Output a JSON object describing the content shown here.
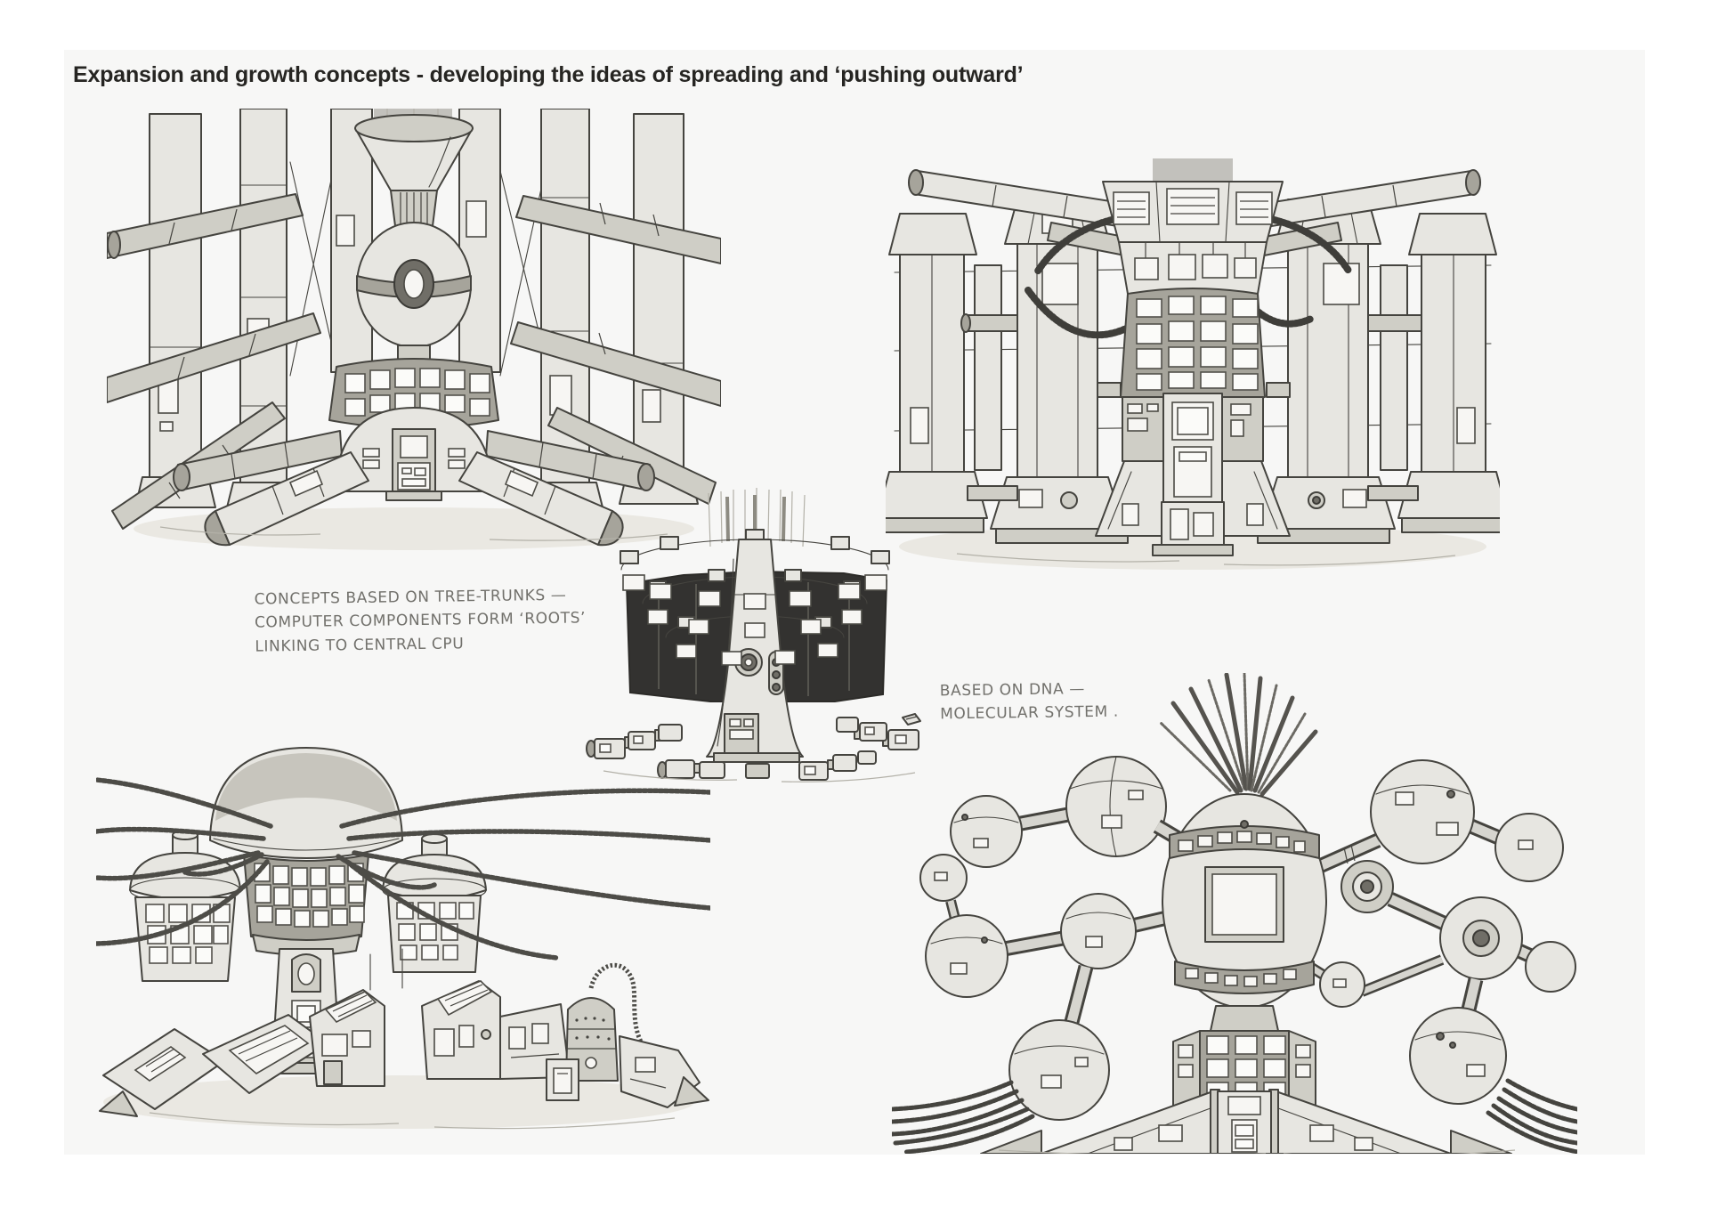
{
  "page": {
    "title": "Expansion and growth concepts - developing the ideas of spreading and ‘pushing outward’"
  },
  "annotations": {
    "tree_trunks": {
      "lines": [
        "CONCEPTS BASED ON TREE-TRUNKS —",
        "COMPUTER COMPONENTS FORM ‘ROOTS’",
        "LINKING TO CENTRAL CPU"
      ]
    },
    "dna": {
      "lines": [
        "BASED ON DNA —",
        "MOLECULAR SYSTEM ."
      ]
    }
  },
  "figures": [
    {
      "id": "tree-trunk-hall",
      "alt": "core machine with funnel, sphere and splayed root legs among tall trunk columns"
    },
    {
      "id": "pillar-cluster-tower",
      "alt": "central CPU tower surrounded by flared pillars, pipes and coiled hoses"
    },
    {
      "id": "ring-crown-tower",
      "alt": "tower with three rings of screen panels and component-root chains at base"
    },
    {
      "id": "mushroom-dome-tower",
      "alt": "dome-capped tower spreading ribbed cables over small buildings"
    },
    {
      "id": "molecular-system",
      "alt": "DNA molecule structure of linked spheres around a central egg core"
    }
  ],
  "colors": {
    "paper": "#f7f7f6",
    "ink": "#45443f",
    "marker_light": "#e7e6e1",
    "marker_mid": "#cfcec6",
    "marker_dark": "#a6a49b",
    "marker_deep": "#706e67",
    "near_black": "#333230",
    "pencil_gray": "#9a988f",
    "title_text": "#262522",
    "handwriting": "#72716c"
  }
}
